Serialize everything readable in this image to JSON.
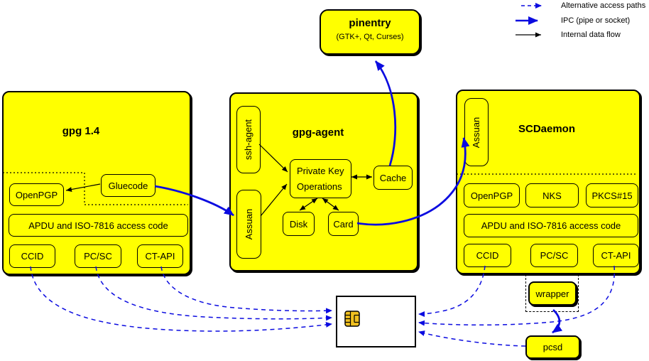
{
  "legend": {
    "alt_paths": "Alternative access paths",
    "ipc": "IPC (pipe or socket)",
    "internal": "Internal data flow"
  },
  "pinentry": {
    "title": "pinentry",
    "subtitle": "(GTK+, Qt, Curses)"
  },
  "gpg14": {
    "title": "gpg 1.4",
    "openpgp": "OpenPGP",
    "gluecode": "Gluecode",
    "apdu": "APDU and ISO-7816 access code",
    "ccid": "CCID",
    "pcsc": "PC/SC",
    "ctapi": "CT-API"
  },
  "gpg_agent": {
    "title": "gpg-agent",
    "ssh_agent": "ssh-agent",
    "assuan": "Assuan",
    "pko_line1": "Private Key",
    "pko_line2": "Operations",
    "cache": "Cache",
    "disk": "Disk",
    "card": "Card"
  },
  "scdaemon": {
    "title": "SCDaemon",
    "assuan": "Assuan",
    "openpgp": "OpenPGP",
    "nks": "NKS",
    "pkcs15": "PKCS#15",
    "apdu": "APDU and ISO-7816 access code",
    "ccid": "CCID",
    "pcsc": "PC/SC",
    "ctapi": "CT-API"
  },
  "wrapper": {
    "label": "wrapper"
  },
  "pcsd": {
    "label": "pcsd"
  },
  "colors": {
    "box_fill": "#ffff00",
    "arrow_blue": "#0b0be0",
    "line_black": "#000000",
    "chip_gold": "#f0c020"
  }
}
